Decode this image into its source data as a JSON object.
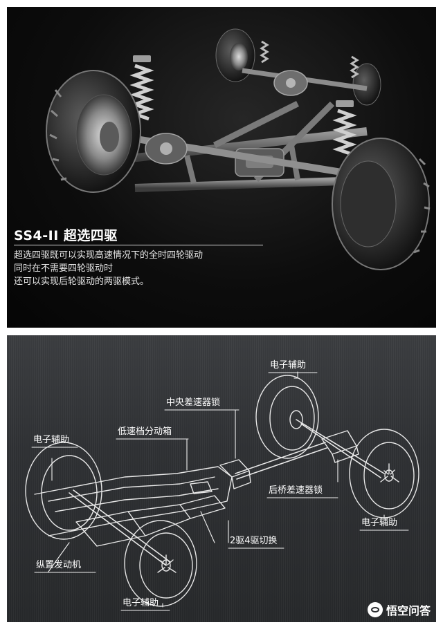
{
  "top_panel": {
    "title": "SS4-II 超选四驱",
    "description": [
      "超选四驱既可以实现高速情况下的全时四轮驱动",
      "同时在不需要四轮驱动时",
      "还可以实现后轮驱动的两驱模式。"
    ]
  },
  "bottom_panel": {
    "labels": {
      "electronic_assist_top_right": "电子辅助",
      "center_diff_lock": "中央差速器锁",
      "electronic_assist_left": "电子辅助",
      "low_range_transfer_case": "低速档分动箱",
      "rear_diff_lock": "后桥差速器锁",
      "electronic_assist_bottom_right": "电子辅助",
      "mode_switch_2wd_4wd": "2驱4驱切换",
      "longitudinal_engine": "纵置发动机",
      "electronic_assist_bottom": "电子辅助"
    },
    "watermark": "悟空问答"
  },
  "colors": {
    "top_background": "#0d0d0d",
    "bottom_background": "#2e3033",
    "label_text": "#ffffff",
    "callout_line": "#e6e6e6"
  }
}
